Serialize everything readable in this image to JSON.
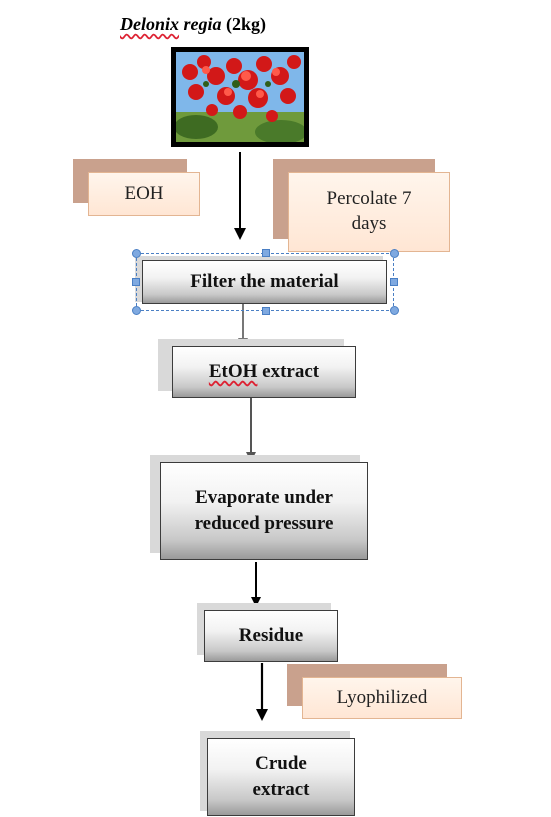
{
  "title": {
    "species": "Delonix",
    "species2": "regia",
    "amount": "(2kg)"
  },
  "peach_boxes": {
    "eoh": "EOH",
    "percolate": "Percolate 7 days",
    "lyophilized": "Lyophilized"
  },
  "steps": {
    "filter": "Filter the material",
    "etoh_extract_1": "EtOH",
    "etoh_extract_2": " extract",
    "evaporate": "Evaporate under reduced pressure",
    "residue": "Residue",
    "crude": "Crude extract"
  },
  "colors": {
    "peach_fill": "#ffe9d9",
    "peach_shadow": "#c9a18d",
    "box_border": "#3c3c3c",
    "selection": "#4a7fc4"
  }
}
